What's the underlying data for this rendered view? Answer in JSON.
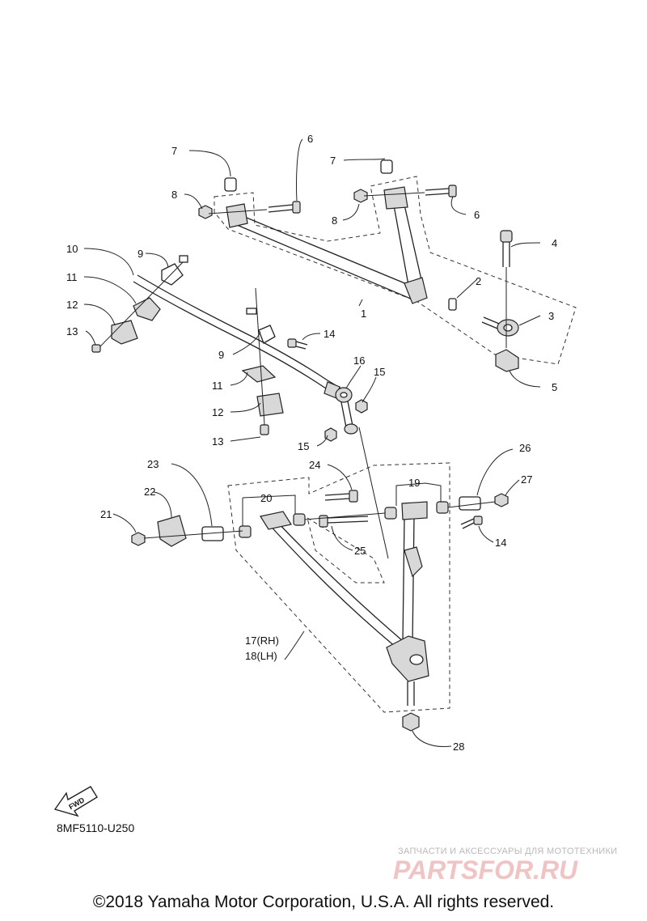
{
  "callouts": [
    {
      "id": "c1",
      "text": "1"
    },
    {
      "id": "c2",
      "text": "2"
    },
    {
      "id": "c3",
      "text": "3"
    },
    {
      "id": "c4",
      "text": "4"
    },
    {
      "id": "c5",
      "text": "5"
    },
    {
      "id": "c6a",
      "text": "6"
    },
    {
      "id": "c6b",
      "text": "6"
    },
    {
      "id": "c7a",
      "text": "7"
    },
    {
      "id": "c7b",
      "text": "7"
    },
    {
      "id": "c8a",
      "text": "8"
    },
    {
      "id": "c8b",
      "text": "8"
    },
    {
      "id": "c9a",
      "text": "9"
    },
    {
      "id": "c9b",
      "text": "9"
    },
    {
      "id": "c10",
      "text": "10"
    },
    {
      "id": "c11a",
      "text": "11"
    },
    {
      "id": "c11b",
      "text": "11"
    },
    {
      "id": "c12a",
      "text": "12"
    },
    {
      "id": "c12b",
      "text": "12"
    },
    {
      "id": "c13a",
      "text": "13"
    },
    {
      "id": "c13b",
      "text": "13"
    },
    {
      "id": "c14a",
      "text": "14"
    },
    {
      "id": "c14b",
      "text": "14"
    },
    {
      "id": "c15a",
      "text": "15"
    },
    {
      "id": "c15b",
      "text": "15"
    },
    {
      "id": "c16",
      "text": "16"
    },
    {
      "id": "c17",
      "text": "17(RH)"
    },
    {
      "id": "c18",
      "text": "18(LH)"
    },
    {
      "id": "c19",
      "text": "19"
    },
    {
      "id": "c20",
      "text": "20"
    },
    {
      "id": "c21",
      "text": "21"
    },
    {
      "id": "c22",
      "text": "22"
    },
    {
      "id": "c23",
      "text": "23"
    },
    {
      "id": "c24",
      "text": "24"
    },
    {
      "id": "c25",
      "text": "25"
    },
    {
      "id": "c26",
      "text": "26"
    },
    {
      "id": "c27",
      "text": "27"
    },
    {
      "id": "c28",
      "text": "28"
    }
  ],
  "fwd_label": "FWD",
  "diagram_code": "8MF5110-U250",
  "watermark": {
    "tagline": "ЗАПЧАСТИ И АКСЕССУАРЫ ДЛЯ МОТОТЕХНИКИ",
    "brand": "PARTSFOR.RU"
  },
  "copyright": "©2018 Yamaha Motor Corporation, U.S.A. All rights reserved."
}
